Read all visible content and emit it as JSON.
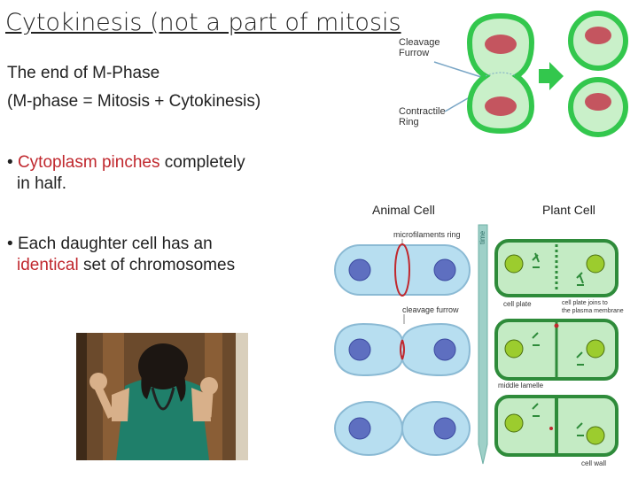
{
  "slide": {
    "title": "Cytokinesis (not a part of mitosis",
    "subtitle_line1": "The end of M-Phase",
    "subtitle_line2": "(M-phase = Mitosis + Cytokinesis)",
    "bullet1": {
      "marker": "•",
      "highlight": "Cytoplasm pinches",
      "rest_line1": " completely",
      "line2": "in half."
    },
    "bullet2": {
      "marker": "•",
      "line1": "Each daughter cell has an",
      "highlight": "identical",
      "rest_line2": " set of chromosomes"
    }
  },
  "top_diagram": {
    "label_cleavage_1": "Cleavage",
    "label_cleavage_2": "Furrow",
    "label_ring_1": "Contractile",
    "label_ring_2": "Ring"
  },
  "comparison": {
    "animal_label": "Animal Cell",
    "plant_label": "Plant Cell",
    "microfilaments_ring": "microfilaments ring",
    "cleavage_furrow": "cleavage furrow",
    "time": "time",
    "cell_plate": "cell plate",
    "cell_plate_joins_1": "cell plate joins to",
    "cell_plate_joins_2": "the plasma membrane",
    "middle_lamelle": "middle lamelle",
    "cell_wall": "cell wall"
  },
  "colors": {
    "accent_red": "#c0282e",
    "cell_green": "#2fc44a",
    "nucleus_red": "#c4555f",
    "animal_blue": "#a9d6ea",
    "plant_green": "#2e8b3a"
  }
}
